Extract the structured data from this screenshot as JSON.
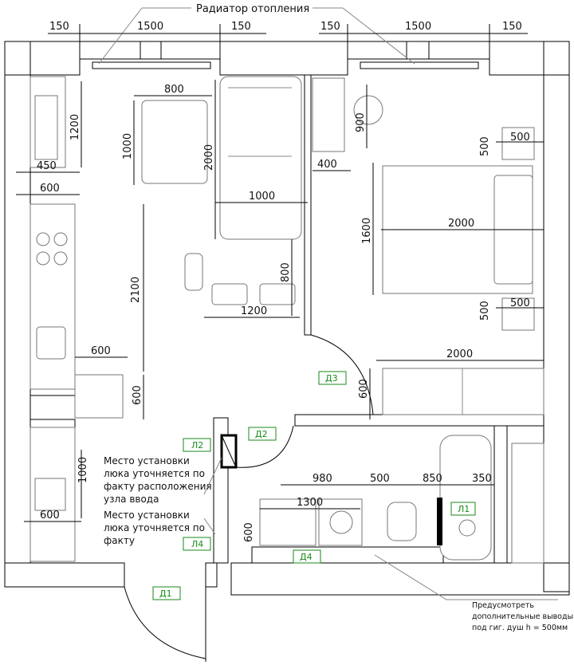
{
  "title": "Радиатор отопления",
  "dims": {
    "w150a": "150",
    "w1500a": "1500",
    "w150b": "150",
    "w150c": "150",
    "w1500b": "1500",
    "w150d": "150",
    "d800": "800",
    "d1200a": "1200",
    "d1000a": "1000",
    "d2000a": "2000",
    "d450": "450",
    "d600a": "600",
    "d1000b": "1000",
    "d2100": "2100",
    "d800b": "800",
    "d1200b": "1200",
    "d600b": "600",
    "d600c": "600",
    "d900": "900",
    "d400": "400",
    "d500a": "500",
    "d1600": "1600",
    "d2000b": "2000",
    "d500b": "500",
    "d500c": "500",
    "d2000c": "2000",
    "d600d": "600",
    "d1000c": "1000",
    "d600e": "600",
    "d600f": "600",
    "d980": "980",
    "d500d": "500",
    "d850": "850",
    "d350": "350",
    "d1300": "1300"
  },
  "doors": {
    "d1": "Д1",
    "d2": "Д2",
    "d3": "Д3",
    "d4": "Д4"
  },
  "lamps": {
    "l1": "Л1",
    "l2": "Л2",
    "l4": "Л4"
  },
  "notes": {
    "n1": [
      "Место установки",
      "люка уточняется по",
      "факту расположения",
      "узла ввода"
    ],
    "n2": [
      "Место установки",
      "люка уточняется по",
      "факту"
    ],
    "n3": [
      "Предусмотреть",
      "дополнительные выводы",
      "под гиг. душ h = 500мм"
    ]
  },
  "colors": {
    "wall_hatch": "#999999",
    "tag_green": "#1a8a1a",
    "line": "#000000"
  }
}
